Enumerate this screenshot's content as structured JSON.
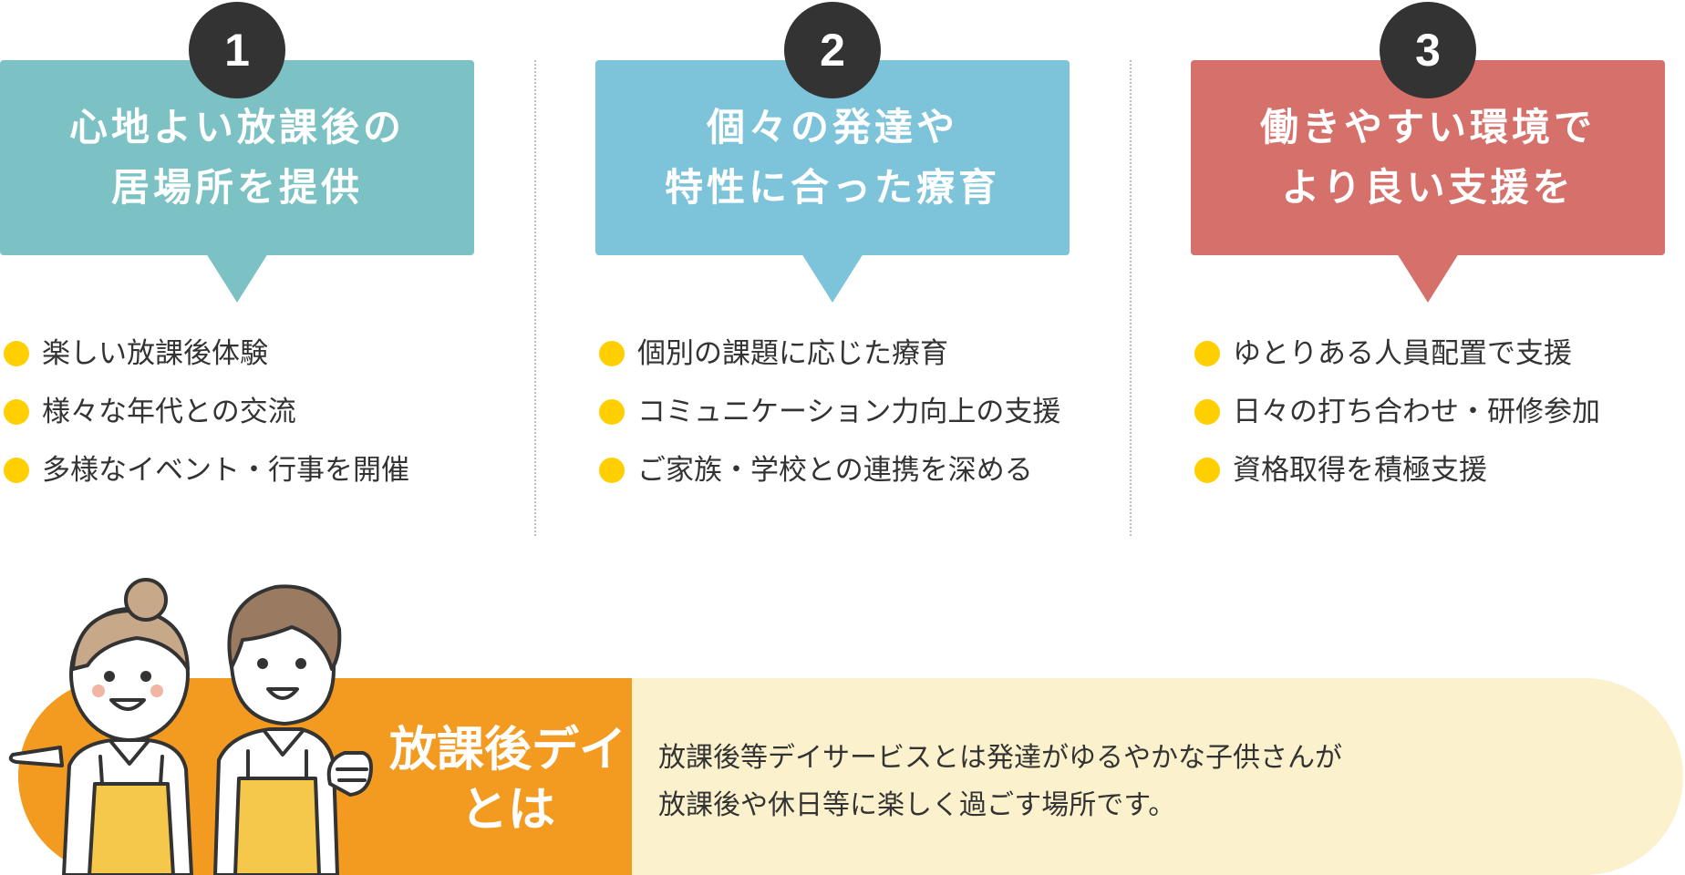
{
  "colors": {
    "teal": "#7cc2c4",
    "blue": "#7dc3da",
    "red": "#d5706a",
    "orange": "#f39a21",
    "cream": "#fbf2cd",
    "bullet_yellow": "#ffcf00",
    "dark": "#333333"
  },
  "features": [
    {
      "number": "1",
      "headline": [
        "心地よい放課後の",
        "居場所を提供"
      ],
      "bullets": [
        "楽しい放課後体験",
        "様々な年代との交流",
        "多様なイベント・行事を開催"
      ]
    },
    {
      "number": "2",
      "headline": [
        "個々の発達や",
        "特性に合った療育"
      ],
      "bullets": [
        "個別の課題に応じた療育",
        "コミュニケーション力向上の支援",
        "ご家族・学校との連携を深める"
      ]
    },
    {
      "number": "3",
      "headline": [
        "働きやすい環境で",
        "より良い支援を"
      ],
      "bullets": [
        "ゆとりある人員配置で支援",
        "日々の打ち合わせ・研修参加",
        "資格取得を積極支援"
      ]
    }
  ],
  "about": {
    "label_line1": "放課後デイ",
    "label_line2": "とは",
    "text_line1": "放課後等デイサービスとは発達がゆるやかな子供さんが",
    "text_line2": "放課後や休日等に楽しく過ごす場所です。"
  },
  "illustration": {
    "icon": "staff-couple-illustration"
  }
}
